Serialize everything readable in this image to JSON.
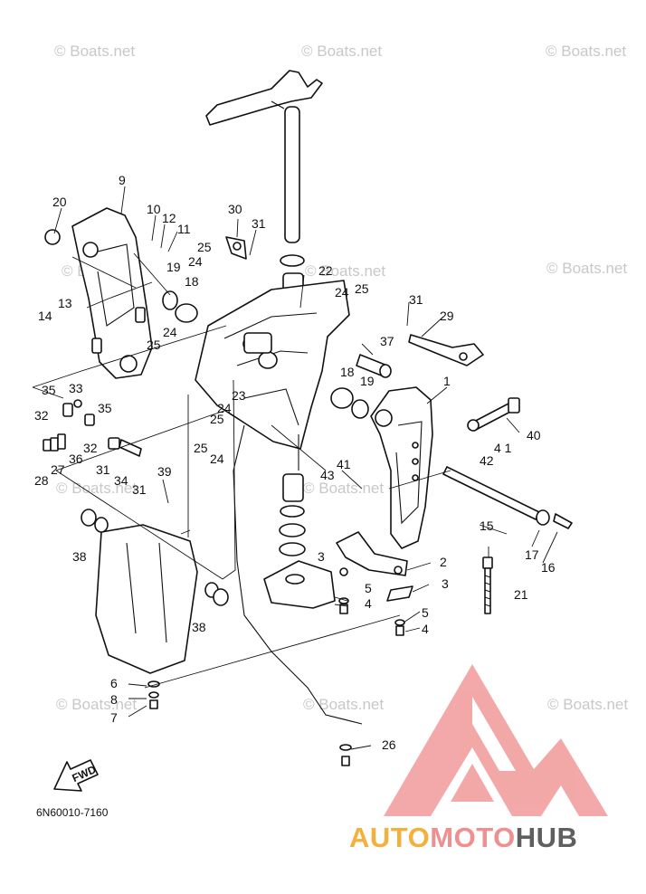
{
  "watermark": "© Boats.net",
  "diagram_code": "6N60010-7160",
  "fwd_label": "FWD",
  "brand": {
    "part1": "AUTO",
    "part2": "MOTO",
    "part3": "HUB",
    "color1": "#f4b03c",
    "color2": "#ef8f8f",
    "color3": "#5f5f5f",
    "logo_color": "#f19a9a"
  },
  "callouts": {
    "c1": "1",
    "c2": "2",
    "c3a": "3",
    "c3b": "3",
    "c4a": "4",
    "c4b": "4",
    "c5a": "5",
    "c5b": "5",
    "c6": "6",
    "c7": "7",
    "c8": "8",
    "c9": "9",
    "c10": "10",
    "c11": "11",
    "c12": "12",
    "c13": "13",
    "c14": "14",
    "c15": "15",
    "c16": "16",
    "c17": "17",
    "c18a": "18",
    "c18b": "18",
    "c19a": "19",
    "c19b": "19",
    "c20": "20",
    "c21": "21",
    "c22": "22",
    "c23": "23",
    "c24a": "24",
    "c24b": "24",
    "c24c": "24",
    "c24d": "24",
    "c24e": "24",
    "c25a": "25",
    "c25b": "25",
    "c25c": "25",
    "c25d": "25",
    "c25e": "25",
    "c26": "26",
    "c27": "27",
    "c28": "28",
    "c29": "29",
    "c30": "30",
    "c31a": "31",
    "c31b": "31",
    "c31c": "31",
    "c31d": "31",
    "c32a": "32",
    "c32b": "32",
    "c33": "33",
    "c34": "34",
    "c35a": "35",
    "c35b": "35",
    "c36": "36",
    "c37": "37",
    "c38a": "38",
    "c38b": "38",
    "c39": "39",
    "c40": "40",
    "c41a": "4 1",
    "c41b": "41",
    "c42": "42",
    "c43": "43"
  }
}
